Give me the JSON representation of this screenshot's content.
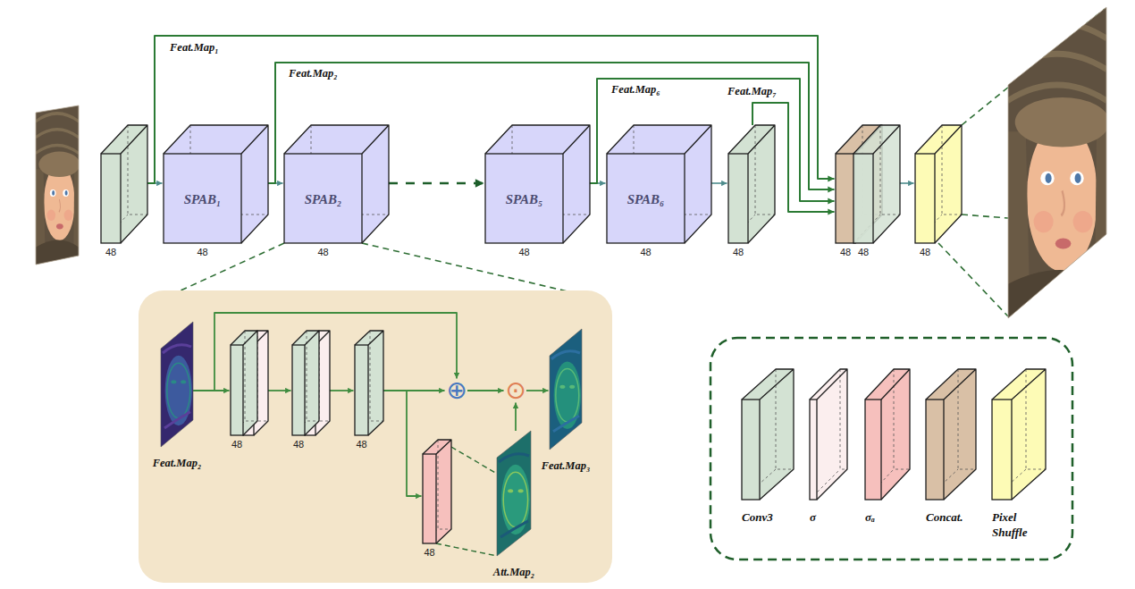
{
  "diagram": {
    "nodes": [
      {
        "text": [
          "48"
        ]
      },
      {
        "text": [
          "SPAB₁",
          "48"
        ]
      },
      {
        "text": [
          "SPAB₂",
          "48"
        ]
      },
      {
        "text": [
          "SPAB₅",
          "48"
        ]
      },
      {
        "text": [
          "SPAB₆",
          "48"
        ]
      },
      {
        "text": [
          "48"
        ]
      },
      {
        "text": [
          "48"
        ]
      },
      {
        "text": [
          "48"
        ]
      },
      {
        "text": [
          "48"
        ]
      },
      {
        "text": [
          "Feat.Map₂"
        ]
      },
      {
        "text": [
          "48"
        ]
      },
      {
        "text": [
          "48"
        ]
      },
      {
        "text": [
          "48"
        ]
      },
      {
        "text": [
          "⊕"
        ]
      },
      {
        "text": [
          "⊙"
        ]
      },
      {
        "text": [
          "48"
        ]
      },
      {
        "text": [
          "Att.Map₂"
        ]
      },
      {
        "text": [
          "Feat.Map₃"
        ]
      }
    ],
    "edges": [
      {
        "from": 0,
        "to": 1,
        "arrow": "to"
      },
      {
        "from": 0,
        "to": 6,
        "label": "Feat.Map₁",
        "arrow": "to"
      },
      {
        "from": 1,
        "to": 2,
        "arrow": "to"
      },
      {
        "from": 1,
        "to": 6,
        "label": "Feat.Map₂",
        "arrow": "to"
      },
      {
        "from": 2,
        "to": 3,
        "arrow": "to"
      },
      {
        "from": 3,
        "to": 4,
        "arrow": "to"
      },
      {
        "from": 3,
        "to": 6,
        "label": "Feat.Map₆",
        "arrow": "to"
      },
      {
        "from": 4,
        "to": 5,
        "arrow": "to"
      },
      {
        "from": 5,
        "to": 6,
        "label": "Feat.Map₇",
        "arrow": "to"
      },
      {
        "from": 7,
        "to": 8,
        "arrow": "to"
      },
      {
        "from": 9,
        "to": 10,
        "arrow": "to"
      },
      {
        "from": 9,
        "to": 13,
        "arrow": "to"
      },
      {
        "from": 10,
        "to": 11,
        "arrow": "to"
      },
      {
        "from": 11,
        "to": 12,
        "arrow": "to"
      },
      {
        "from": 12,
        "to": 13,
        "arrow": "to"
      },
      {
        "from": 12,
        "to": 15,
        "arrow": "to"
      },
      {
        "from": 13,
        "to": 14,
        "arrow": "to"
      },
      {
        "from": 15,
        "to": 16,
        "arrow": "none"
      },
      {
        "from": 16,
        "to": 14,
        "arrow": "to"
      },
      {
        "from": 14,
        "to": 17,
        "arrow": "to"
      }
    ],
    "legend": [
      {
        "text": "Conv3",
        "color": "#d3e2d3"
      },
      {
        "text": "σ",
        "color": "#fbeeee"
      },
      {
        "text": "σₐ",
        "color": "#f6c0bd"
      },
      {
        "text": "Concat.",
        "color": "#d9c0a6"
      },
      {
        "text": "Pixel Shuffle",
        "color": "#fdfbb6"
      }
    ]
  }
}
